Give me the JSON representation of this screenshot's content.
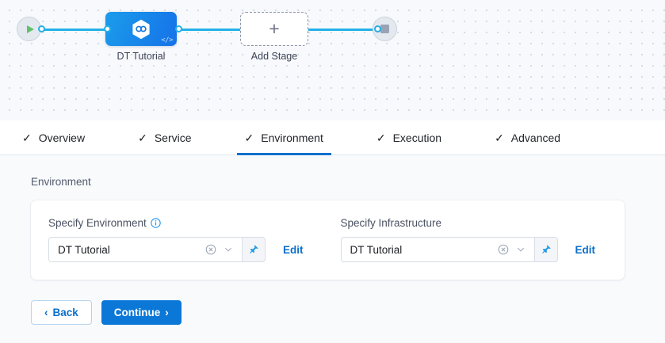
{
  "pipeline": {
    "start_node": {
      "icon": "play-icon"
    },
    "end_node": {
      "icon": "stop-icon"
    },
    "stage": {
      "label": "DT Tutorial",
      "icon": "harness-hexagon-icon",
      "badge": "</>"
    },
    "add_stage": {
      "label": "Add Stage",
      "icon": "plus-icon"
    }
  },
  "tabs": [
    {
      "label": "Overview",
      "check": "✓",
      "active": false
    },
    {
      "label": "Service",
      "check": "✓",
      "active": false
    },
    {
      "label": "Environment",
      "check": "✓",
      "active": true
    },
    {
      "label": "Execution",
      "check": "✓",
      "active": false
    },
    {
      "label": "Advanced",
      "check": "✓",
      "active": false
    }
  ],
  "section": {
    "title": "Environment"
  },
  "environment_field": {
    "label": "Specify Environment",
    "has_info_icon": true,
    "value": "DT Tutorial",
    "edit_label": "Edit"
  },
  "infrastructure_field": {
    "label": "Specify Infrastructure",
    "has_info_icon": false,
    "value": "DT Tutorial",
    "edit_label": "Edit"
  },
  "footer": {
    "back_label": "Back",
    "back_chevron": "‹",
    "continue_label": "Continue",
    "continue_chevron": "›"
  },
  "colors": {
    "accent_blue": "#0b6fcc",
    "primary_button": "#0b78d8",
    "edge_blue": "#24b0e8",
    "stage_gradient_from": "#1b9ceb",
    "stage_gradient_to": "#1572e8",
    "play_green": "#5fc26a",
    "canvas_bg": "#f7f9fc",
    "content_bg": "#f8fafc"
  }
}
